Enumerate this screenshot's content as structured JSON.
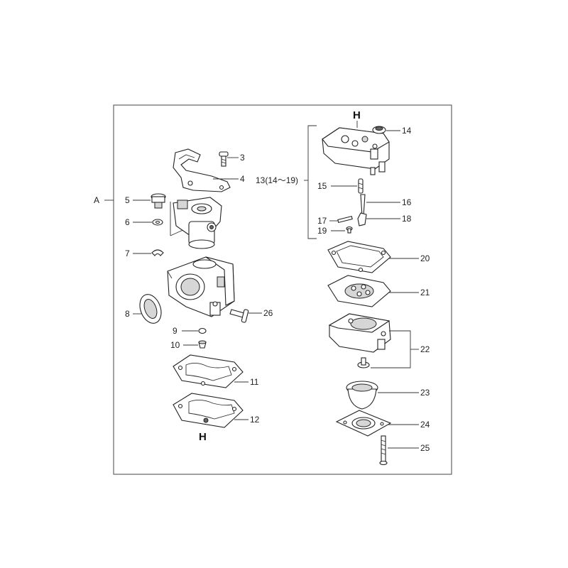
{
  "frame_label": "A",
  "h_marks": [
    "H",
    "H"
  ],
  "group_label": "13(14～19)",
  "callouts": {
    "p3": "3",
    "p4": "4",
    "p5": "5",
    "p6": "6",
    "p7": "7",
    "p8": "8",
    "p9": "9",
    "p10": "10",
    "p11": "11",
    "p12": "12",
    "p14": "14",
    "p15": "15",
    "p16": "16",
    "p17": "17",
    "p18": "18",
    "p19": "19",
    "p20": "20",
    "p21": "21",
    "p22": "22",
    "p23": "23",
    "p24": "24",
    "p25": "25",
    "p26": "26"
  }
}
